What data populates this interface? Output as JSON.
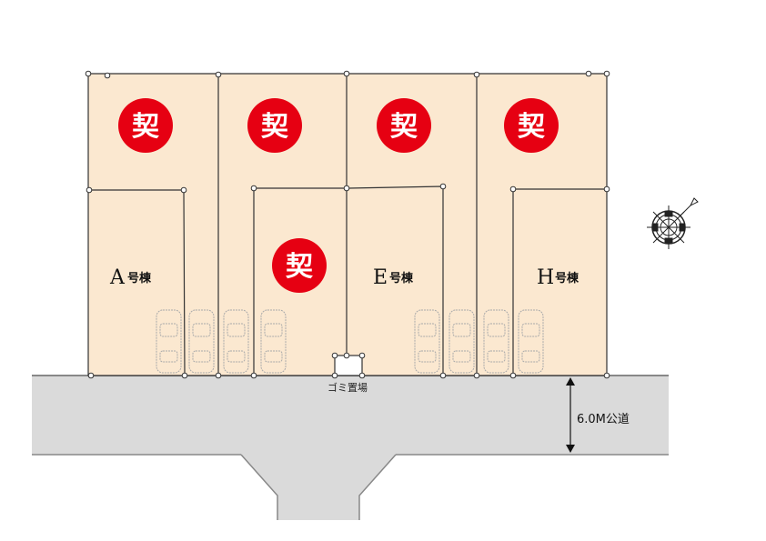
{
  "colors": {
    "lot": "#fbe8d0",
    "road": "#dadada",
    "stamp": "#e60012",
    "line": "#333333"
  },
  "stamp_text": "契",
  "lots": [
    {
      "id": "A",
      "letter": "A",
      "suffix": "号棟"
    },
    {
      "id": "E",
      "letter": "E",
      "suffix": "号棟"
    },
    {
      "id": "H",
      "letter": "H",
      "suffix": "号棟"
    }
  ],
  "garbage_label": "ゴミ置場",
  "road_label": "6.0M公道",
  "compass_icon": "compass-rose-icon"
}
